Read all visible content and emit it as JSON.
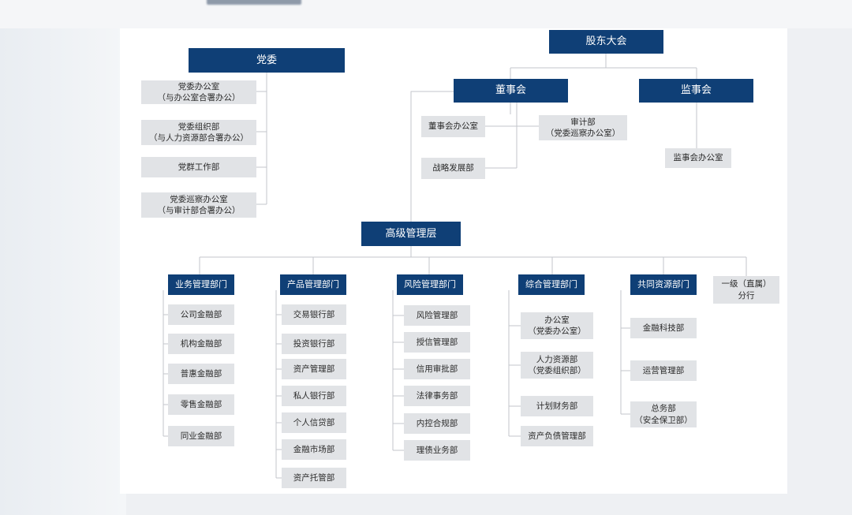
{
  "org_chart": {
    "shareholders": "股东大会",
    "board": "董事会",
    "supervisors": "监事会",
    "board_office": "董事会办公室",
    "strategy_dept": "战略发展部",
    "audit_dept": "审计部\n（党委巡察办公室）",
    "supervisor_office": "监事会办公室",
    "party_committee": "党委",
    "party_units": [
      "党委办公室\n（与办公室合署办公）",
      "党委组织部\n（与人力资源部合署办公）",
      "党群工作部",
      "党委巡察办公室\n（与审计部合署办公）"
    ],
    "senior_management": "高级管理层",
    "branches": "一级（直属）\n分行",
    "divisions": [
      {
        "name": "业务管理部门",
        "units": [
          "公司金融部",
          "机构金融部",
          "普惠金融部",
          "零售金融部",
          "同业金融部"
        ]
      },
      {
        "name": "产品管理部门",
        "units": [
          "交易银行部",
          "投资银行部",
          "资产管理部",
          "私人银行部",
          "个人信贷部",
          "金融市场部",
          "资产托管部"
        ]
      },
      {
        "name": "风险管理部门",
        "units": [
          "风险管理部",
          "授信管理部",
          "信用审批部",
          "法律事务部",
          "内控合规部",
          "理债业务部"
        ]
      },
      {
        "name": "综合管理部门",
        "units": [
          "办公室\n（党委办公室）",
          "人力资源部\n（党委组织部）",
          "计划财务部",
          "资产负债管理部"
        ]
      },
      {
        "name": "共同资源部门",
        "units": [
          "金融科技部",
          "运营管理部",
          "总务部\n（安全保卫部）"
        ]
      }
    ]
  }
}
